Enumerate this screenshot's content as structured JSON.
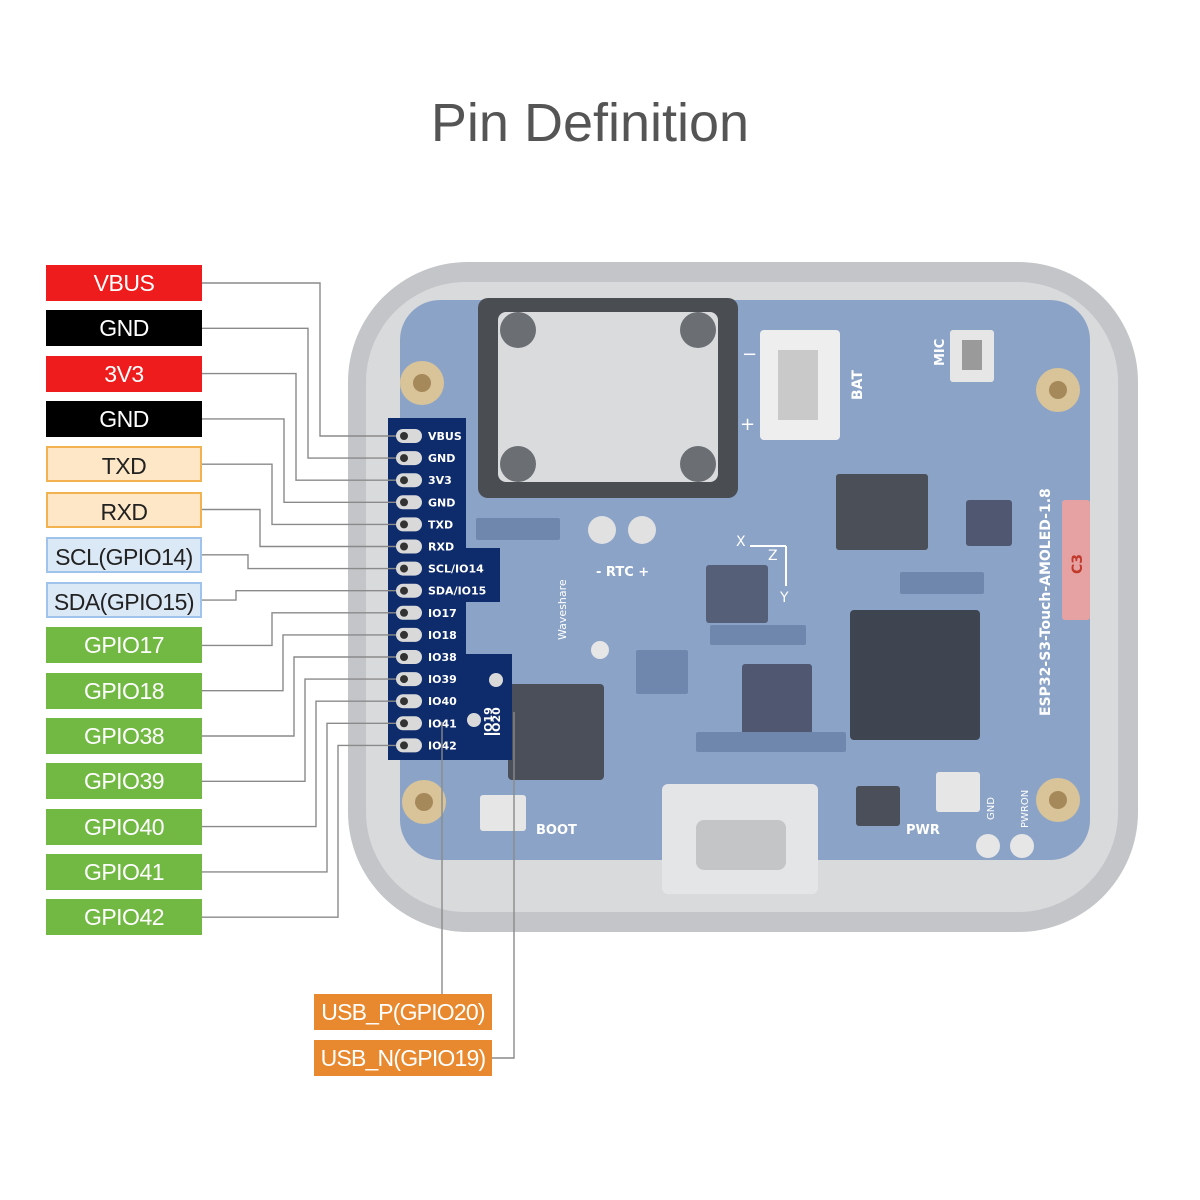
{
  "title": "Pin Definition",
  "colors": {
    "power": "#ee1c1c",
    "ground": "#000000",
    "uart": "#fde7c6",
    "i2c": "#dbe8f6",
    "gpio": "#72b944",
    "usb": "#e8892f"
  },
  "pins": [
    {
      "label": "VBUS",
      "type": "power",
      "header_label": "VBUS"
    },
    {
      "label": "GND",
      "type": "ground",
      "header_label": "GND"
    },
    {
      "label": "3V3",
      "type": "power",
      "header_label": "3V3"
    },
    {
      "label": "GND",
      "type": "ground",
      "header_label": "GND"
    },
    {
      "label": "TXD",
      "type": "uart",
      "header_label": "TXD"
    },
    {
      "label": "RXD",
      "type": "uart",
      "header_label": "RXD"
    },
    {
      "label": "SCL(GPIO14)",
      "type": "i2c",
      "header_label": "SCL/IO14"
    },
    {
      "label": "SDA(GPIO15)",
      "type": "i2c",
      "header_label": "SDA/IO15"
    },
    {
      "label": "GPIO17",
      "type": "gpio",
      "header_label": "IO17"
    },
    {
      "label": "GPIO18",
      "type": "gpio",
      "header_label": "IO18"
    },
    {
      "label": "GPIO38",
      "type": "gpio",
      "header_label": "IO38"
    },
    {
      "label": "GPIO39",
      "type": "gpio",
      "header_label": "IO39"
    },
    {
      "label": "GPIO40",
      "type": "gpio",
      "header_label": "IO40"
    },
    {
      "label": "GPIO41",
      "type": "gpio",
      "header_label": "IO41"
    },
    {
      "label": "GPIO42",
      "type": "gpio",
      "header_label": "IO42"
    }
  ],
  "usb_pins": [
    {
      "label": "USB_P(GPIO20)",
      "type": "usb",
      "header_label": "IO20"
    },
    {
      "label": "USB_N(GPIO19)",
      "type": "usb",
      "header_label": "IO19"
    }
  ],
  "board": {
    "model": "ESP32-S3-Touch-AMOLED-1.8",
    "brand": "Waveshare",
    "silk": {
      "rtc": "- RTC +",
      "bat": "BAT",
      "mic": "MIC",
      "boot": "BOOT",
      "pwr": "PWR",
      "gnd": "GND",
      "pwron": "PWRON",
      "plus": "+",
      "minus": "−",
      "x": "X",
      "y": "Y",
      "z": "Z",
      "c3": "C3"
    }
  }
}
